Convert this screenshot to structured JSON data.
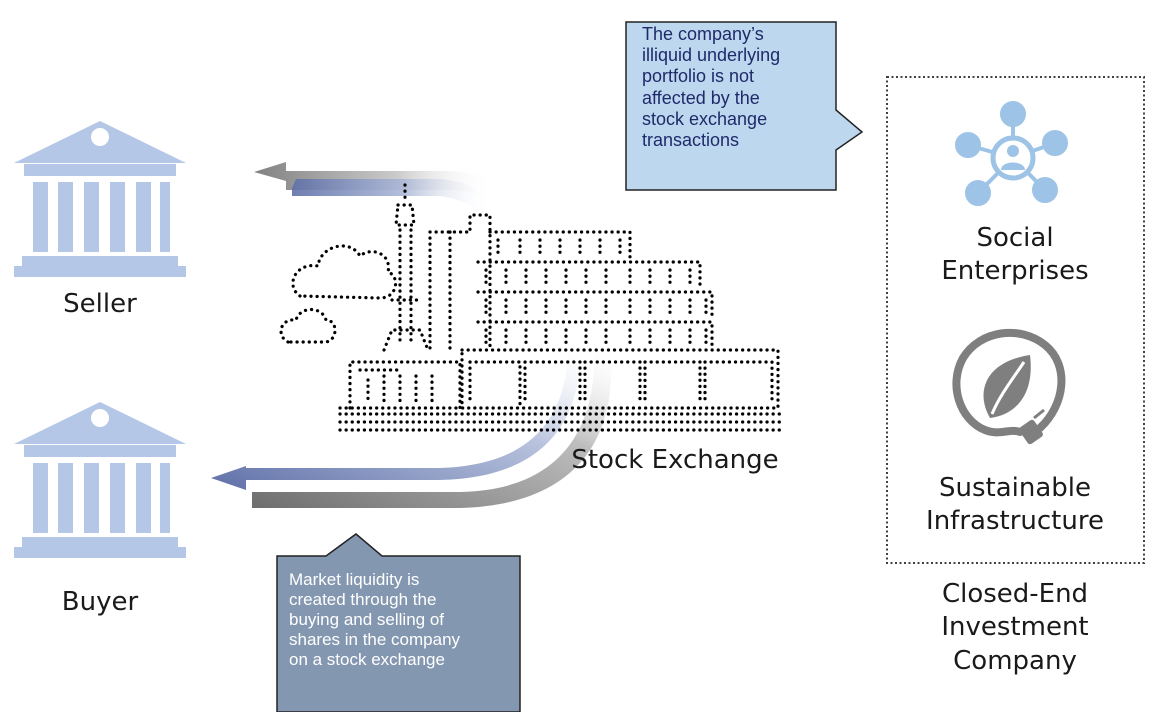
{
  "parties": {
    "seller": "Seller",
    "buyer": "Buyer"
  },
  "exchange": {
    "label": "Stock Exchange"
  },
  "company": {
    "label_line1": "Closed-End",
    "label_line2": "Investment Company",
    "holdings": [
      {
        "line1": "Social",
        "line2": "Enterprises",
        "icon": "social-network-icon"
      },
      {
        "line1": "Sustainable",
        "line2": "Infrastructure",
        "icon": "leaf-plug-icon"
      }
    ]
  },
  "callouts": {
    "portfolio": "The company’s\nilliquid underlying\nportfolio is not\naffected by the\nstock exchange\ntransactions",
    "liquidity": "Market liquidity is\ncreated through the\nbuying and selling of\nshares in the company\non a stock exchange"
  },
  "colors": {
    "bank": "#b4c7e7",
    "callout_light": "#bdd7ee",
    "callout_dark": "#8497b0",
    "icon_blue": "#9dc3e6",
    "icon_gray": "#7f7f7f",
    "arrow_blue": "#6f7fb0",
    "arrow_gray": "#8c8c8c"
  }
}
